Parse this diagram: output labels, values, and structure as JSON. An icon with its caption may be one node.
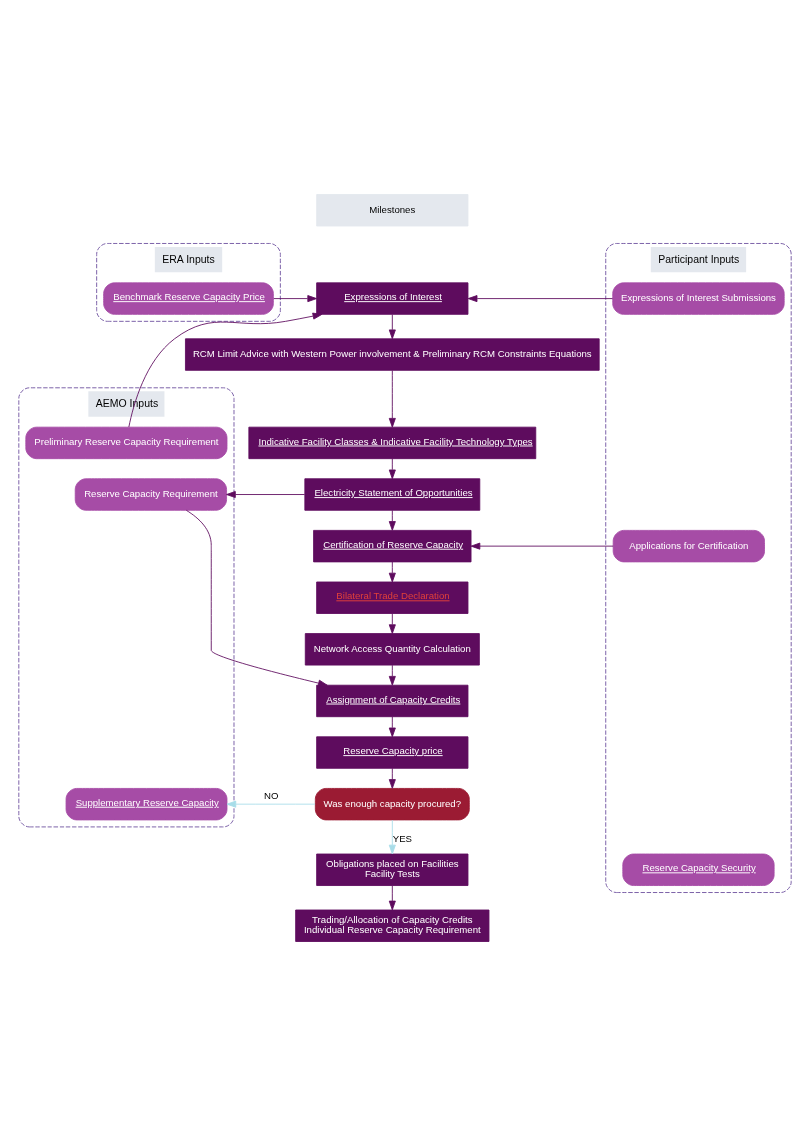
{
  "diagram": {
    "nodes": [
      {
        "text": [
          "ERA Inputs"
        ]
      },
      {
        "text": [
          "Benchmark Reserve Capacity Price"
        ],
        "in": 0
      },
      {
        "text": [
          "Milestones"
        ]
      },
      {
        "text": [
          "Expressions of Interest"
        ]
      },
      {
        "text": [
          "RCM Limit Advice with Western Power involvement & Preliminary RCM Constraints Equations"
        ]
      },
      {
        "text": [
          "Indicative Facility Classes & Indicative Facility Technology Types"
        ]
      },
      {
        "text": [
          "Electricity Statement of Opportunities"
        ]
      },
      {
        "text": [
          "Certification of Reserve Capacity"
        ]
      },
      {
        "text": [
          "Bilateral Trade Declaration"
        ]
      },
      {
        "text": [
          "Network Access Quantity Calculation"
        ]
      },
      {
        "text": [
          "Assignment of Capacity Credits"
        ]
      },
      {
        "text": [
          "Reserve Capacity price"
        ]
      },
      {
        "text": [
          "Was enough capacity procured?"
        ]
      },
      {
        "text": [
          "Obligations placed on Facilities",
          "Facility Tests"
        ]
      },
      {
        "text": [
          "Trading/Allocation of Capacity Credits",
          "Individual Reserve Capacity Requirement"
        ]
      },
      {
        "text": [
          "Participant Inputs"
        ]
      },
      {
        "text": [
          "Expressions of Interest Submissions"
        ],
        "in": 15
      },
      {
        "text": [
          "Applications for Certification"
        ],
        "in": 15
      },
      {
        "text": [
          "Reserve Capacity Security"
        ],
        "in": 15
      },
      {
        "text": [
          "AEMO Inputs"
        ]
      },
      {
        "text": [
          "Preliminary Reserve Capacity Requirement"
        ],
        "in": 19
      },
      {
        "text": [
          "Reserve Capacity Requirement"
        ],
        "in": 19
      },
      {
        "text": [
          "Supplementary Reserve Capacity"
        ],
        "in": 19
      }
    ],
    "edges": [
      {
        "from": 1,
        "to": 3,
        "arrow": "to"
      },
      {
        "from": 16,
        "to": 3,
        "arrow": "to"
      },
      {
        "from": 20,
        "to": 3,
        "arrow": "to"
      },
      {
        "from": 3,
        "to": 4,
        "arrow": "to"
      },
      {
        "from": 4,
        "to": 5,
        "arrow": "to"
      },
      {
        "from": 5,
        "to": 6,
        "arrow": "to"
      },
      {
        "from": 6,
        "to": 21,
        "arrow": "to"
      },
      {
        "from": 6,
        "to": 7,
        "arrow": "to"
      },
      {
        "from": 17,
        "to": 7,
        "arrow": "to"
      },
      {
        "from": 7,
        "to": 8,
        "arrow": "to"
      },
      {
        "from": 8,
        "to": 9,
        "arrow": "to"
      },
      {
        "from": 9,
        "to": 10,
        "arrow": "to"
      },
      {
        "from": 21,
        "to": 10,
        "arrow": "to"
      },
      {
        "from": 10,
        "to": 11,
        "arrow": "to"
      },
      {
        "from": 11,
        "to": 12,
        "arrow": "to"
      },
      {
        "from": 12,
        "to": 22,
        "arrow": "to",
        "label": "NO",
        "color": "#a8dde9"
      },
      {
        "from": 12,
        "to": 13,
        "arrow": "to",
        "label": "YES",
        "color": "#a8dde9"
      },
      {
        "from": 13,
        "to": 14,
        "arrow": "to"
      }
    ]
  }
}
